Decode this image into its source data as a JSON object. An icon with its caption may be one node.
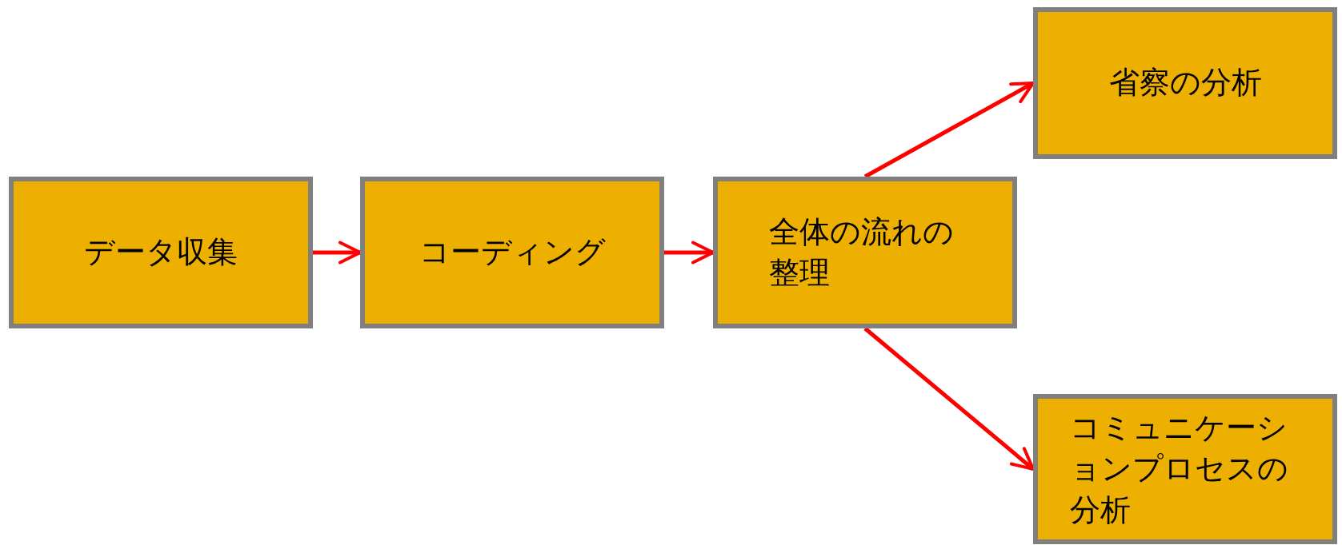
{
  "diagram": {
    "nodes": [
      {
        "text": [
          "データ収集"
        ]
      },
      {
        "text": [
          "コーディング"
        ]
      },
      {
        "text": [
          "全体の流れの整理"
        ]
      },
      {
        "text": [
          "省察の分析"
        ]
      },
      {
        "text": [
          "コミュニケーションプロセスの分析"
        ]
      }
    ],
    "edges": [
      {
        "from": 0,
        "to": 1,
        "arrow": "to"
      },
      {
        "from": 1,
        "to": 2,
        "arrow": "to"
      },
      {
        "from": 2,
        "to": 3,
        "arrow": "to"
      },
      {
        "from": 2,
        "to": 4,
        "arrow": "to"
      }
    ]
  }
}
